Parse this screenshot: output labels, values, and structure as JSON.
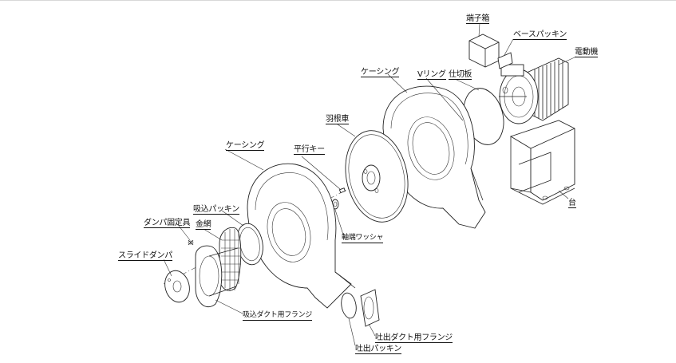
{
  "diagram": {
    "labels": {
      "terminal_box": "端子箱",
      "base_packing": "ベースパッキン",
      "motor": "電動機",
      "casing_rear": "ケーシング",
      "v_ring": "Vリング",
      "partition_plate": "仕切板",
      "impeller": "羽根車",
      "parallel_key": "平行キー",
      "casing_front": "ケーシング",
      "stand": "台",
      "shaft_washer": "軸端ワッシャ",
      "suction_packing": "吸込パッキン",
      "damper_fixture": "ダンパ固定具",
      "wire_mesh": "金網",
      "slide_damper": "スライドダンパ",
      "suction_duct_flange": "吸込ダクト用フランジ",
      "discharge_duct_flange": "吐出ダクト用フランジ",
      "discharge_packing": "吐出パッキン"
    }
  }
}
